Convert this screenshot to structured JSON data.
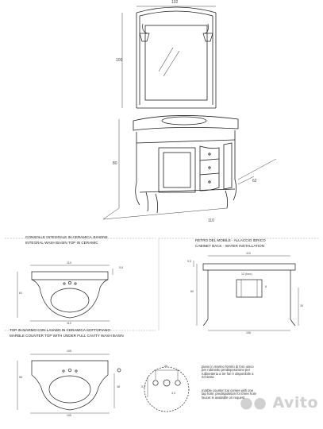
{
  "top_view": {
    "dim_mirror_width": "102",
    "dim_mirror_height": "109",
    "dim_cabinet_height": "80",
    "dim_depth": "62",
    "dim_width": "110"
  },
  "panel_left_top": {
    "title_it": "CONSOLLE INTEGRALE IN CERAMICA JUNONE",
    "title_en": "INTEGRAL WASH BASIN TOP IN CERAMIC",
    "dim_top": "110",
    "dim_side": "5,5",
    "dim_depth": "61",
    "dim_bottom": "110"
  },
  "panel_right_top": {
    "title_it": "RETRO DEL MOBILE - ALLACCIO IDRICO",
    "title_en": "CABINET BACK - WATER INSTALLATION",
    "dim_top": "110",
    "dim_left": "9,5",
    "dim_box_w": "12 (foro)",
    "dim_box_h": "8",
    "dim_height": "80",
    "dim_right": "30",
    "dim_bottom": "106"
  },
  "panel_left_bottom": {
    "title_it": "TOP IN MARMO CON LAVABO IN CERAMICA SOTTOPIANO",
    "title_en": "MARBLE COUNTER TOP WITH UNDER FULL CAVITY WASH BASIN",
    "dim_top": "105",
    "dim_depth": "56",
    "dim_side": "38",
    "dim_bottom": "105"
  },
  "detail": {
    "dim_spacing": "20",
    "dim_hole_1": "3,3",
    "dim_hole_2": "3,3"
  },
  "notes": {
    "it": "piano in marmo fornito di foro unico per rubinetto predisposizione per rubinetteria a tre fori è disponibile a richiesta",
    "en": "marble counter top comes with one tap hole; predisposition for three hole faucet is available on request"
  },
  "watermark": "Avito"
}
